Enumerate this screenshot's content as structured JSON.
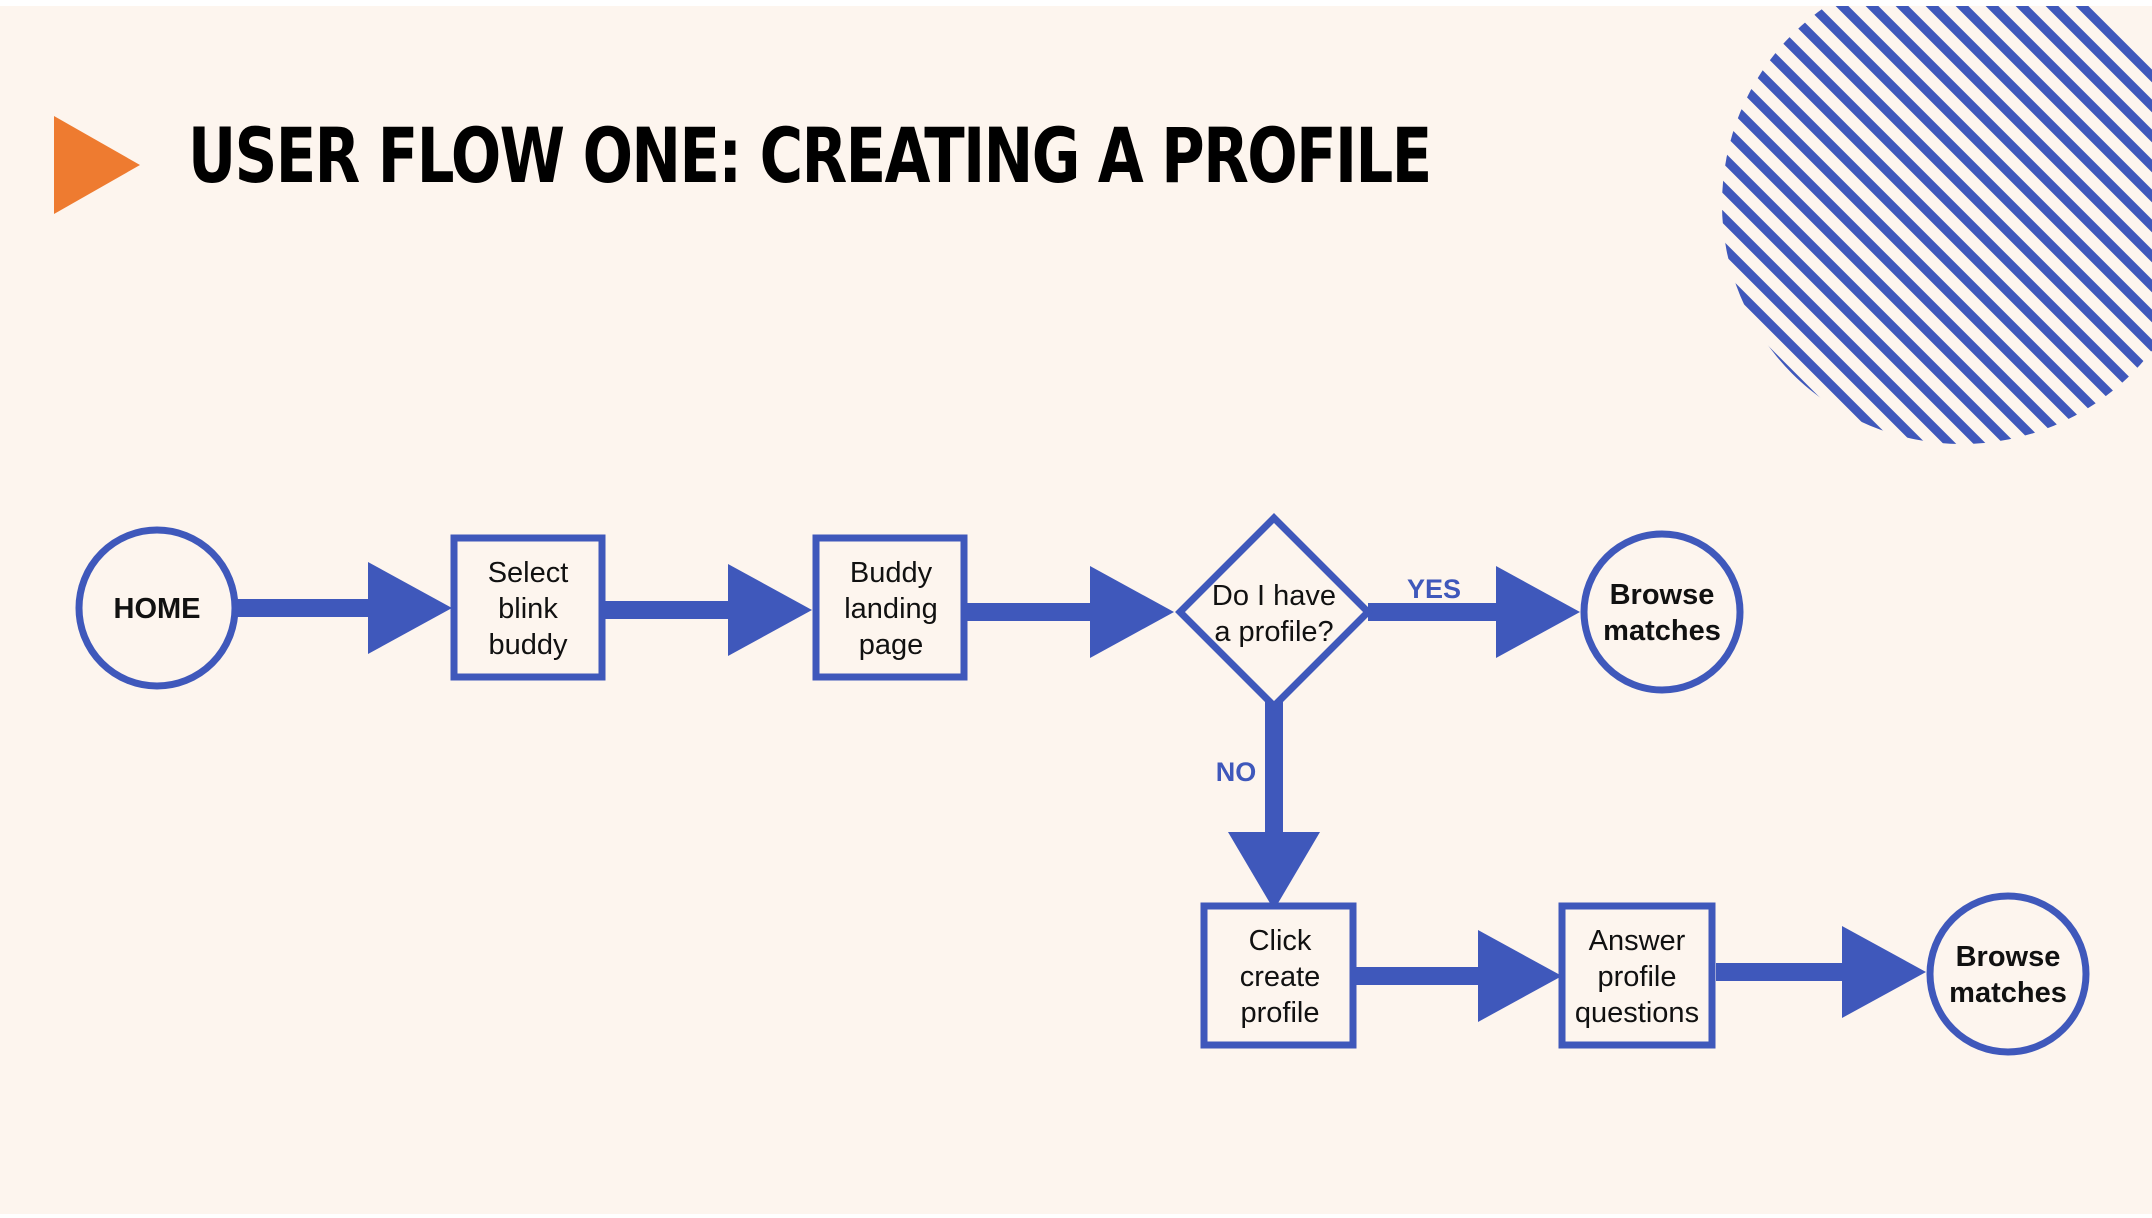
{
  "slide": {
    "title": "USER FLOW ONE: CREATING A PROFILE"
  },
  "colors": {
    "background": "#fdf5ee",
    "primary": "#3f58bb",
    "accent": "#ee7b30",
    "text": "#111111"
  },
  "icons": {
    "title_marker": "play-triangle-icon",
    "decoration": "striped-circle-decoration"
  },
  "flow": {
    "nodes": {
      "home": {
        "shape": "circle",
        "lines": [
          "HOME"
        ]
      },
      "select": {
        "shape": "rect",
        "lines": [
          "Select",
          "blink",
          "buddy"
        ]
      },
      "landing": {
        "shape": "rect",
        "lines": [
          "Buddy",
          "landing",
          "page"
        ]
      },
      "decision": {
        "shape": "diamond",
        "lines": [
          "Do I have",
          "a profile?"
        ]
      },
      "browse1": {
        "shape": "circle",
        "lines": [
          "Browse",
          "matches"
        ]
      },
      "click": {
        "shape": "rect",
        "lines": [
          "Click",
          "create",
          "profile"
        ]
      },
      "answer": {
        "shape": "rect",
        "lines": [
          "Answer",
          "profile",
          "questions"
        ]
      },
      "browse2": {
        "shape": "circle",
        "lines": [
          "Browse",
          "matches"
        ]
      }
    },
    "branches": {
      "yes": "YES",
      "no": "NO"
    }
  }
}
